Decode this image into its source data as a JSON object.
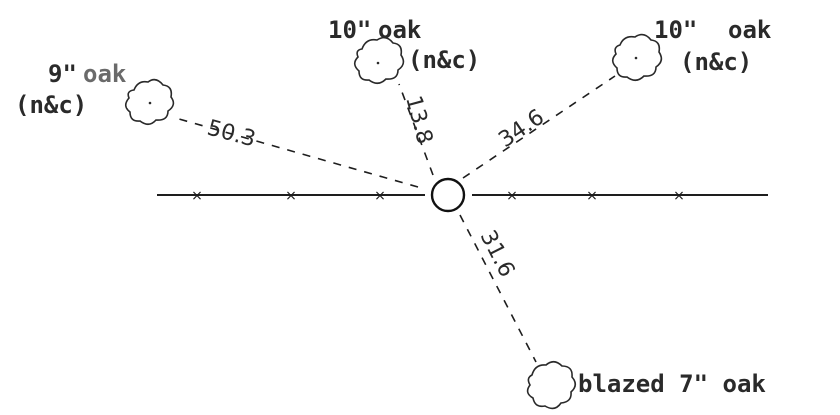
{
  "trees": [
    {
      "size": "9\"",
      "species": "oak",
      "note": "(n&c)"
    },
    {
      "size": "10\"",
      "species": "oak",
      "note": "(n&c)"
    },
    {
      "size": "10\"",
      "species": "oak",
      "note": "(n&c)"
    },
    {
      "label": "blazed 7\" oak"
    }
  ],
  "distances": [
    "50.3",
    "13.8",
    "34.6",
    "31.6"
  ]
}
